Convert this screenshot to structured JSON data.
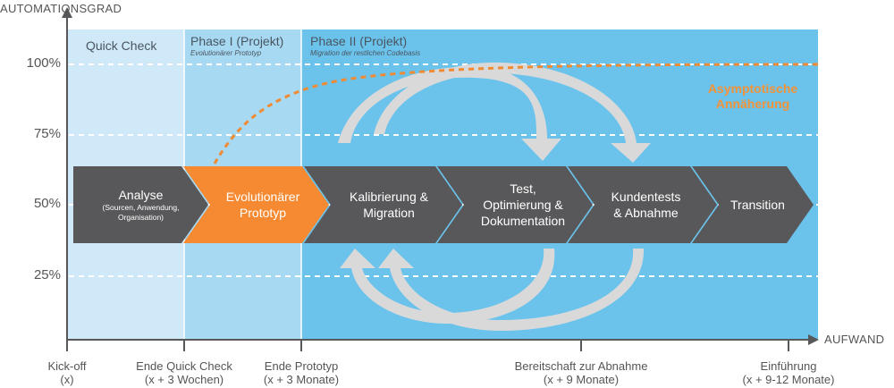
{
  "axes": {
    "y_title": "AUTOMATIONSGRAD",
    "x_title": "AUFWAND"
  },
  "y_ticks": [
    "100%",
    "75%",
    "50%",
    "25%"
  ],
  "phases": [
    {
      "title": "Quick Check",
      "subtitle": ""
    },
    {
      "title": "Phase I (Projekt)",
      "subtitle": "Evolutionärer Prototyp"
    },
    {
      "title": "Phase II (Projekt)",
      "subtitle": "Migration der restlichen Codebasis"
    }
  ],
  "steps": [
    {
      "line1": "Analyse",
      "line2": "",
      "sub": "(Sourcen, Anwendung,",
      "sub2": "Organisation)"
    },
    {
      "line1": "Evolutionärer",
      "line2": "Prototyp",
      "sub": "",
      "sub2": ""
    },
    {
      "line1": "Kalibrierung &",
      "line2": "Migration",
      "line3": ""
    },
    {
      "line1": "Test,",
      "line2": "Optimierung &",
      "line3": "Dokumentation"
    },
    {
      "line1": "Kundentests",
      "line2": "& Abnahme",
      "line3": ""
    },
    {
      "line1": "Transition",
      "line2": "",
      "line3": ""
    }
  ],
  "annotation": {
    "line1": "Asymptotische",
    "line2": "Annäherung"
  },
  "milestones": [
    {
      "label": "Kick-off",
      "sub": "(x)"
    },
    {
      "label": "Ende Quick Check",
      "sub": "(x + 3 Wochen)"
    },
    {
      "label": "Ende Prototyp",
      "sub": "(x + 3 Monate)"
    },
    {
      "label": "Bereitschaft zur Abnahme",
      "sub": "(x + 9 Monate)"
    },
    {
      "label": "Einführung",
      "sub": "(x + 9-12 Monate)"
    }
  ],
  "colors": {
    "zone1": "#cfe9f8",
    "zone2": "#a7d9f3",
    "zone3": "#6bc3ec",
    "step_dark": "#58585a",
    "step_accent": "#f58a32",
    "curve": "#f08a33",
    "cycle_arrows": "#d9d9d9",
    "axis": "#58585a"
  }
}
